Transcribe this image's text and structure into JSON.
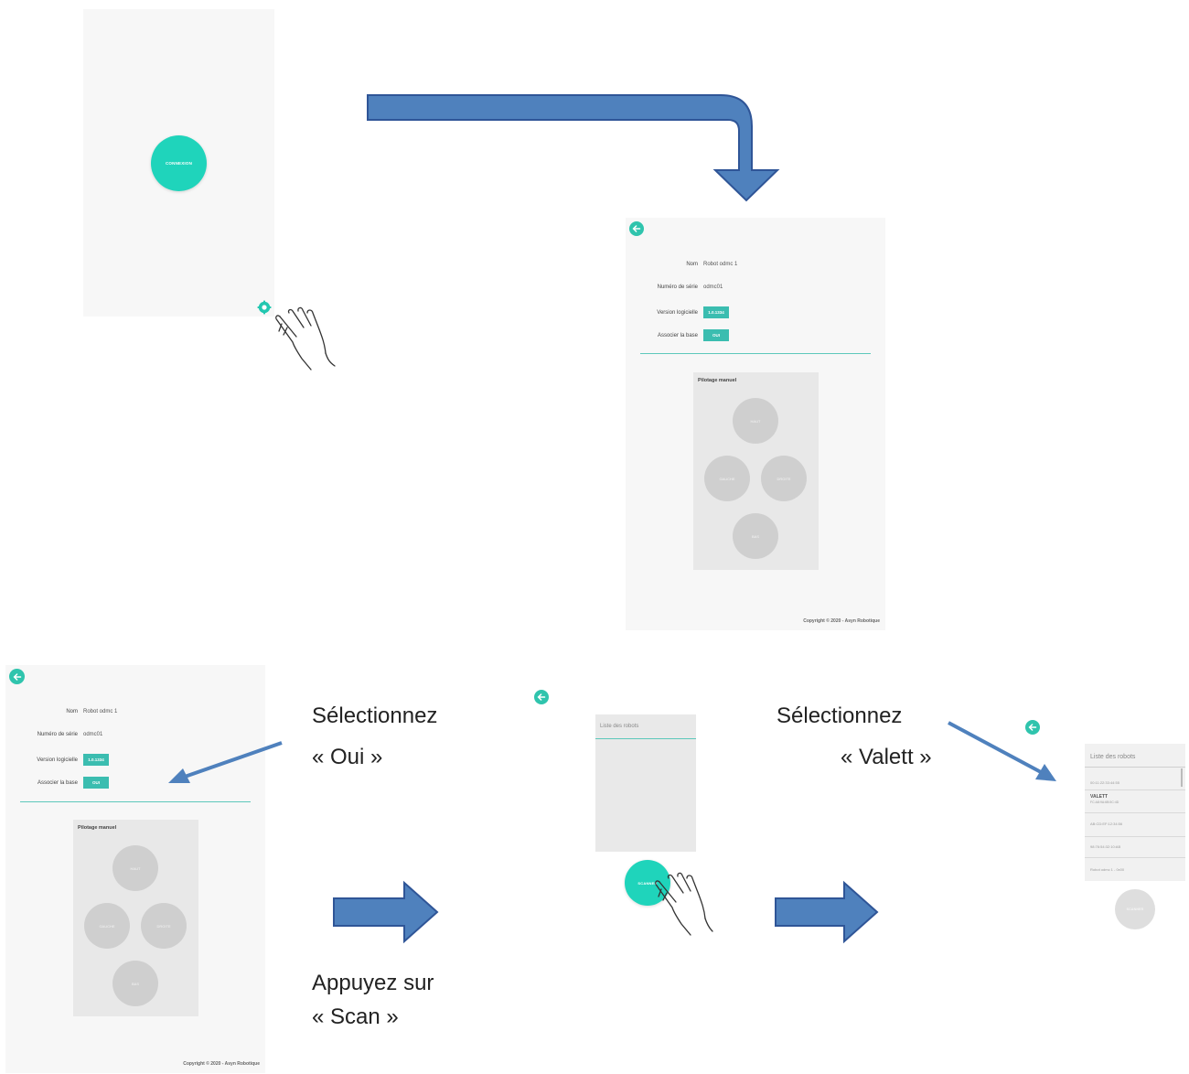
{
  "colors": {
    "accent": "#1fd4bb",
    "arrow_fill": "#4f81bd",
    "arrow_stroke": "#2f5597",
    "panel": "#e8e8e8",
    "pad": "#cfcfcf"
  },
  "screen1": {
    "connect_label": "CONNEXION"
  },
  "robot_screen": {
    "fields": [
      {
        "label": "Nom",
        "value": "Robot odmc 1"
      },
      {
        "label": "Numéro de série",
        "value": "odmc01"
      }
    ],
    "version_label": "Version logicielle",
    "version_button": "1.0.1334",
    "associate_label": "Associer la base",
    "associate_button": "OUI",
    "panel_title": "Pilotage manuel",
    "pad": {
      "up": "HAUT",
      "left": "GAUCHE",
      "right": "DROITE",
      "down": "BAS"
    },
    "copyright": "Copyright © 2020 - Asyn Robotique"
  },
  "scan_screen": {
    "list_title": "Liste des robots",
    "scan_label": "SCANNER"
  },
  "list_screen": {
    "list_title": "Liste des robots",
    "items": [
      {
        "name": "",
        "sub": "00:11:22:33:44:55"
      },
      {
        "name": "VALETT",
        "sub": "FC:A8:9A:6B:5C:4D"
      },
      {
        "name": "",
        "sub": "AB:CD:EF:12:34:56"
      },
      {
        "name": "",
        "sub": "98:76:54:32:10:AB"
      },
      {
        "name": "",
        "sub": "Robot odmc 1 - 0x00"
      }
    ],
    "scan_label": "SCANNER"
  },
  "captions": {
    "select_oui": [
      "Sélectionnez",
      "« Oui »"
    ],
    "press_scan": [
      "Appuyez sur",
      "« Scan »"
    ],
    "select_valett": [
      "Sélectionnez",
      "« Valett »"
    ]
  }
}
